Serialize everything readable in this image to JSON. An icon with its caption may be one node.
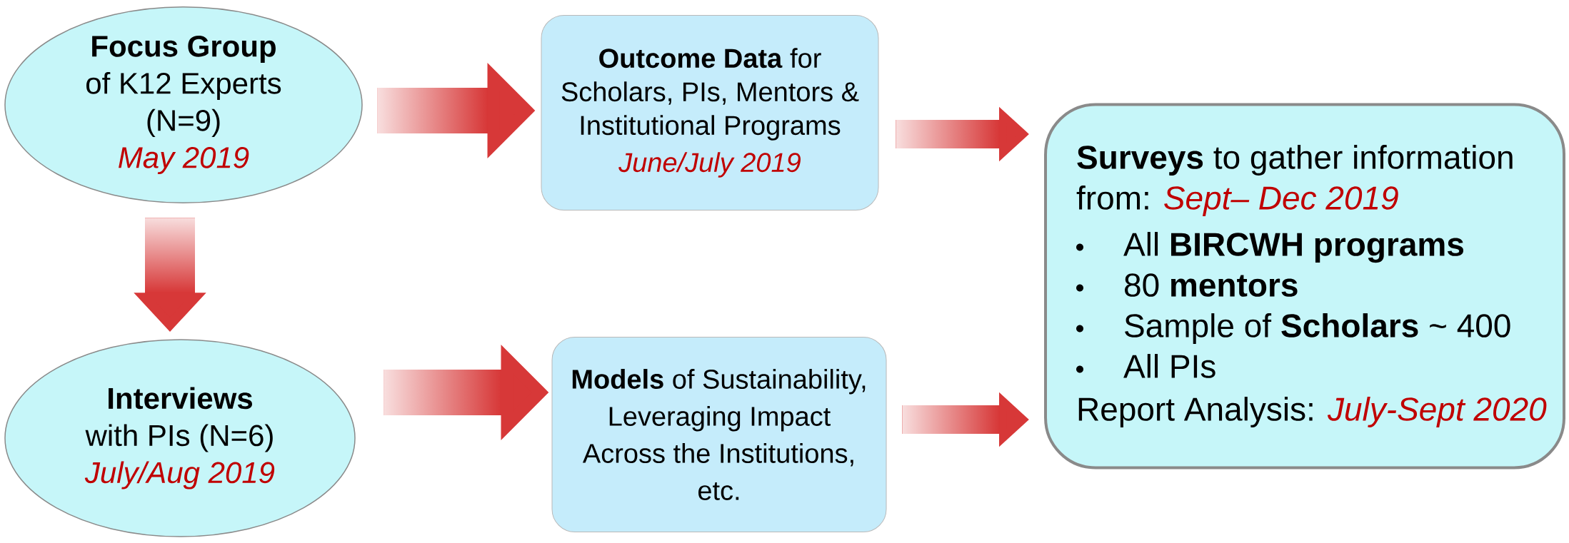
{
  "diagram": {
    "nodes": [
      {
        "text": [
          "Focus Group",
          "of K12 Experts (N=9)",
          "May 2019"
        ]
      },
      {
        "text": [
          "**Outcome Data** for Scholars, PIs, Mentors & Institutional Programs",
          "June/July 2019"
        ]
      },
      {
        "text": [
          "**Interviews** with PIs (N=6)",
          "July/Aug 2019"
        ]
      },
      {
        "text": [
          "**Models** of Sustainability, Leveraging Impact Across the Institutions, etc."
        ]
      },
      {
        "text": [
          "**Surveys** to gather information from:",
          "Sept– Dec 2019",
          "All **BIRCWH programs**",
          "80 **mentors**",
          "Sample of **Scholars** ~ 400",
          "All PIs",
          "Report Analysis:",
          "July-Sept 2020"
        ]
      }
    ],
    "edges": [
      {
        "from": 0,
        "to": 1,
        "arrow": "to"
      },
      {
        "from": 0,
        "to": 2,
        "arrow": "to"
      },
      {
        "from": 1,
        "to": 4,
        "arrow": "to"
      },
      {
        "from": 2,
        "to": 3,
        "arrow": "to"
      },
      {
        "from": 3,
        "to": 4,
        "arrow": "to"
      }
    ]
  }
}
